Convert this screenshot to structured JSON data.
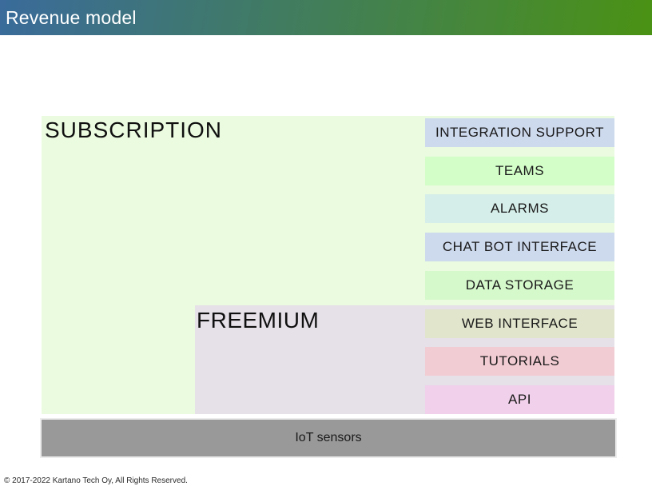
{
  "header": {
    "title": "Revenue model",
    "gradient_from": "#3a6b9b",
    "gradient_to": "#4a9214"
  },
  "diagram": {
    "subscription": {
      "label": "SUBSCRIPTION",
      "color": "#eafbdf"
    },
    "freemium": {
      "label": "FREEMIUM",
      "color": "#e6e0e9"
    },
    "features": [
      {
        "label": "INTEGRATION SUPPORT",
        "color": "#cdd9ed",
        "tier": "subscription"
      },
      {
        "label": "TEAMS",
        "color": "#d3fec8",
        "tier": "subscription"
      },
      {
        "label": "ALARMS",
        "color": "#d5eee9",
        "tier": "subscription"
      },
      {
        "label": "CHAT BOT INTERFACE",
        "color": "#cdd9ed",
        "tier": "subscription"
      },
      {
        "label": "DATA STORAGE",
        "color": "#d6f9cc",
        "tier": "subscription"
      },
      {
        "label": "WEB INTERFACE",
        "color": "#e0e5cb",
        "tier": "freemium"
      },
      {
        "label": "TUTORIALS",
        "color": "#f2ccd3",
        "tier": "freemium"
      },
      {
        "label": "API",
        "color": "#f0d0ea",
        "tier": "freemium"
      }
    ],
    "base": {
      "label": "IoT sensors",
      "color": "#999999"
    }
  },
  "footer": {
    "copyright": "© 2017-2022 Kartano Tech Oy, All Rights Reserved."
  }
}
